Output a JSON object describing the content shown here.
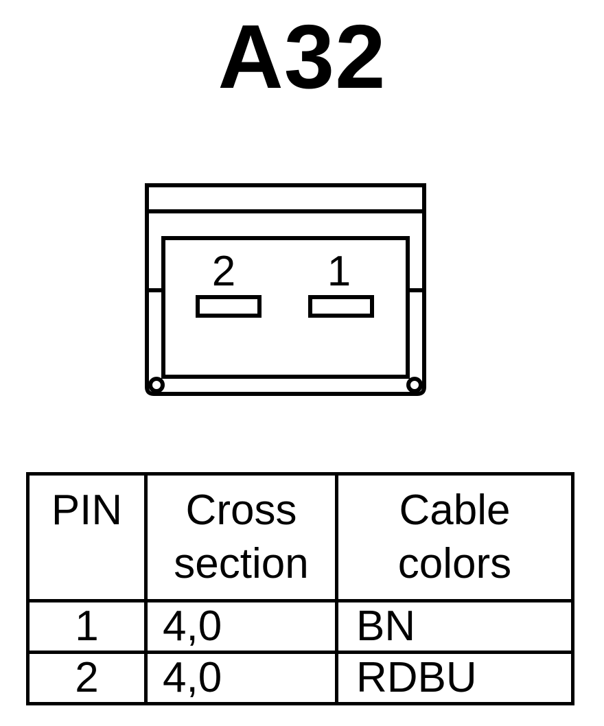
{
  "title": "A32",
  "connector": {
    "pins": [
      {
        "label": "2"
      },
      {
        "label": "1"
      }
    ]
  },
  "table": {
    "headers": [
      {
        "lines": [
          "PIN"
        ]
      },
      {
        "lines": [
          "Cross",
          "section"
        ]
      },
      {
        "lines": [
          "Cable",
          "colors"
        ]
      }
    ],
    "rows": [
      {
        "pin": "1",
        "cross_section": "4,0",
        "cable_color": "BN"
      },
      {
        "pin": "2",
        "cross_section": "4,0",
        "cable_color": "RDBU"
      }
    ]
  }
}
